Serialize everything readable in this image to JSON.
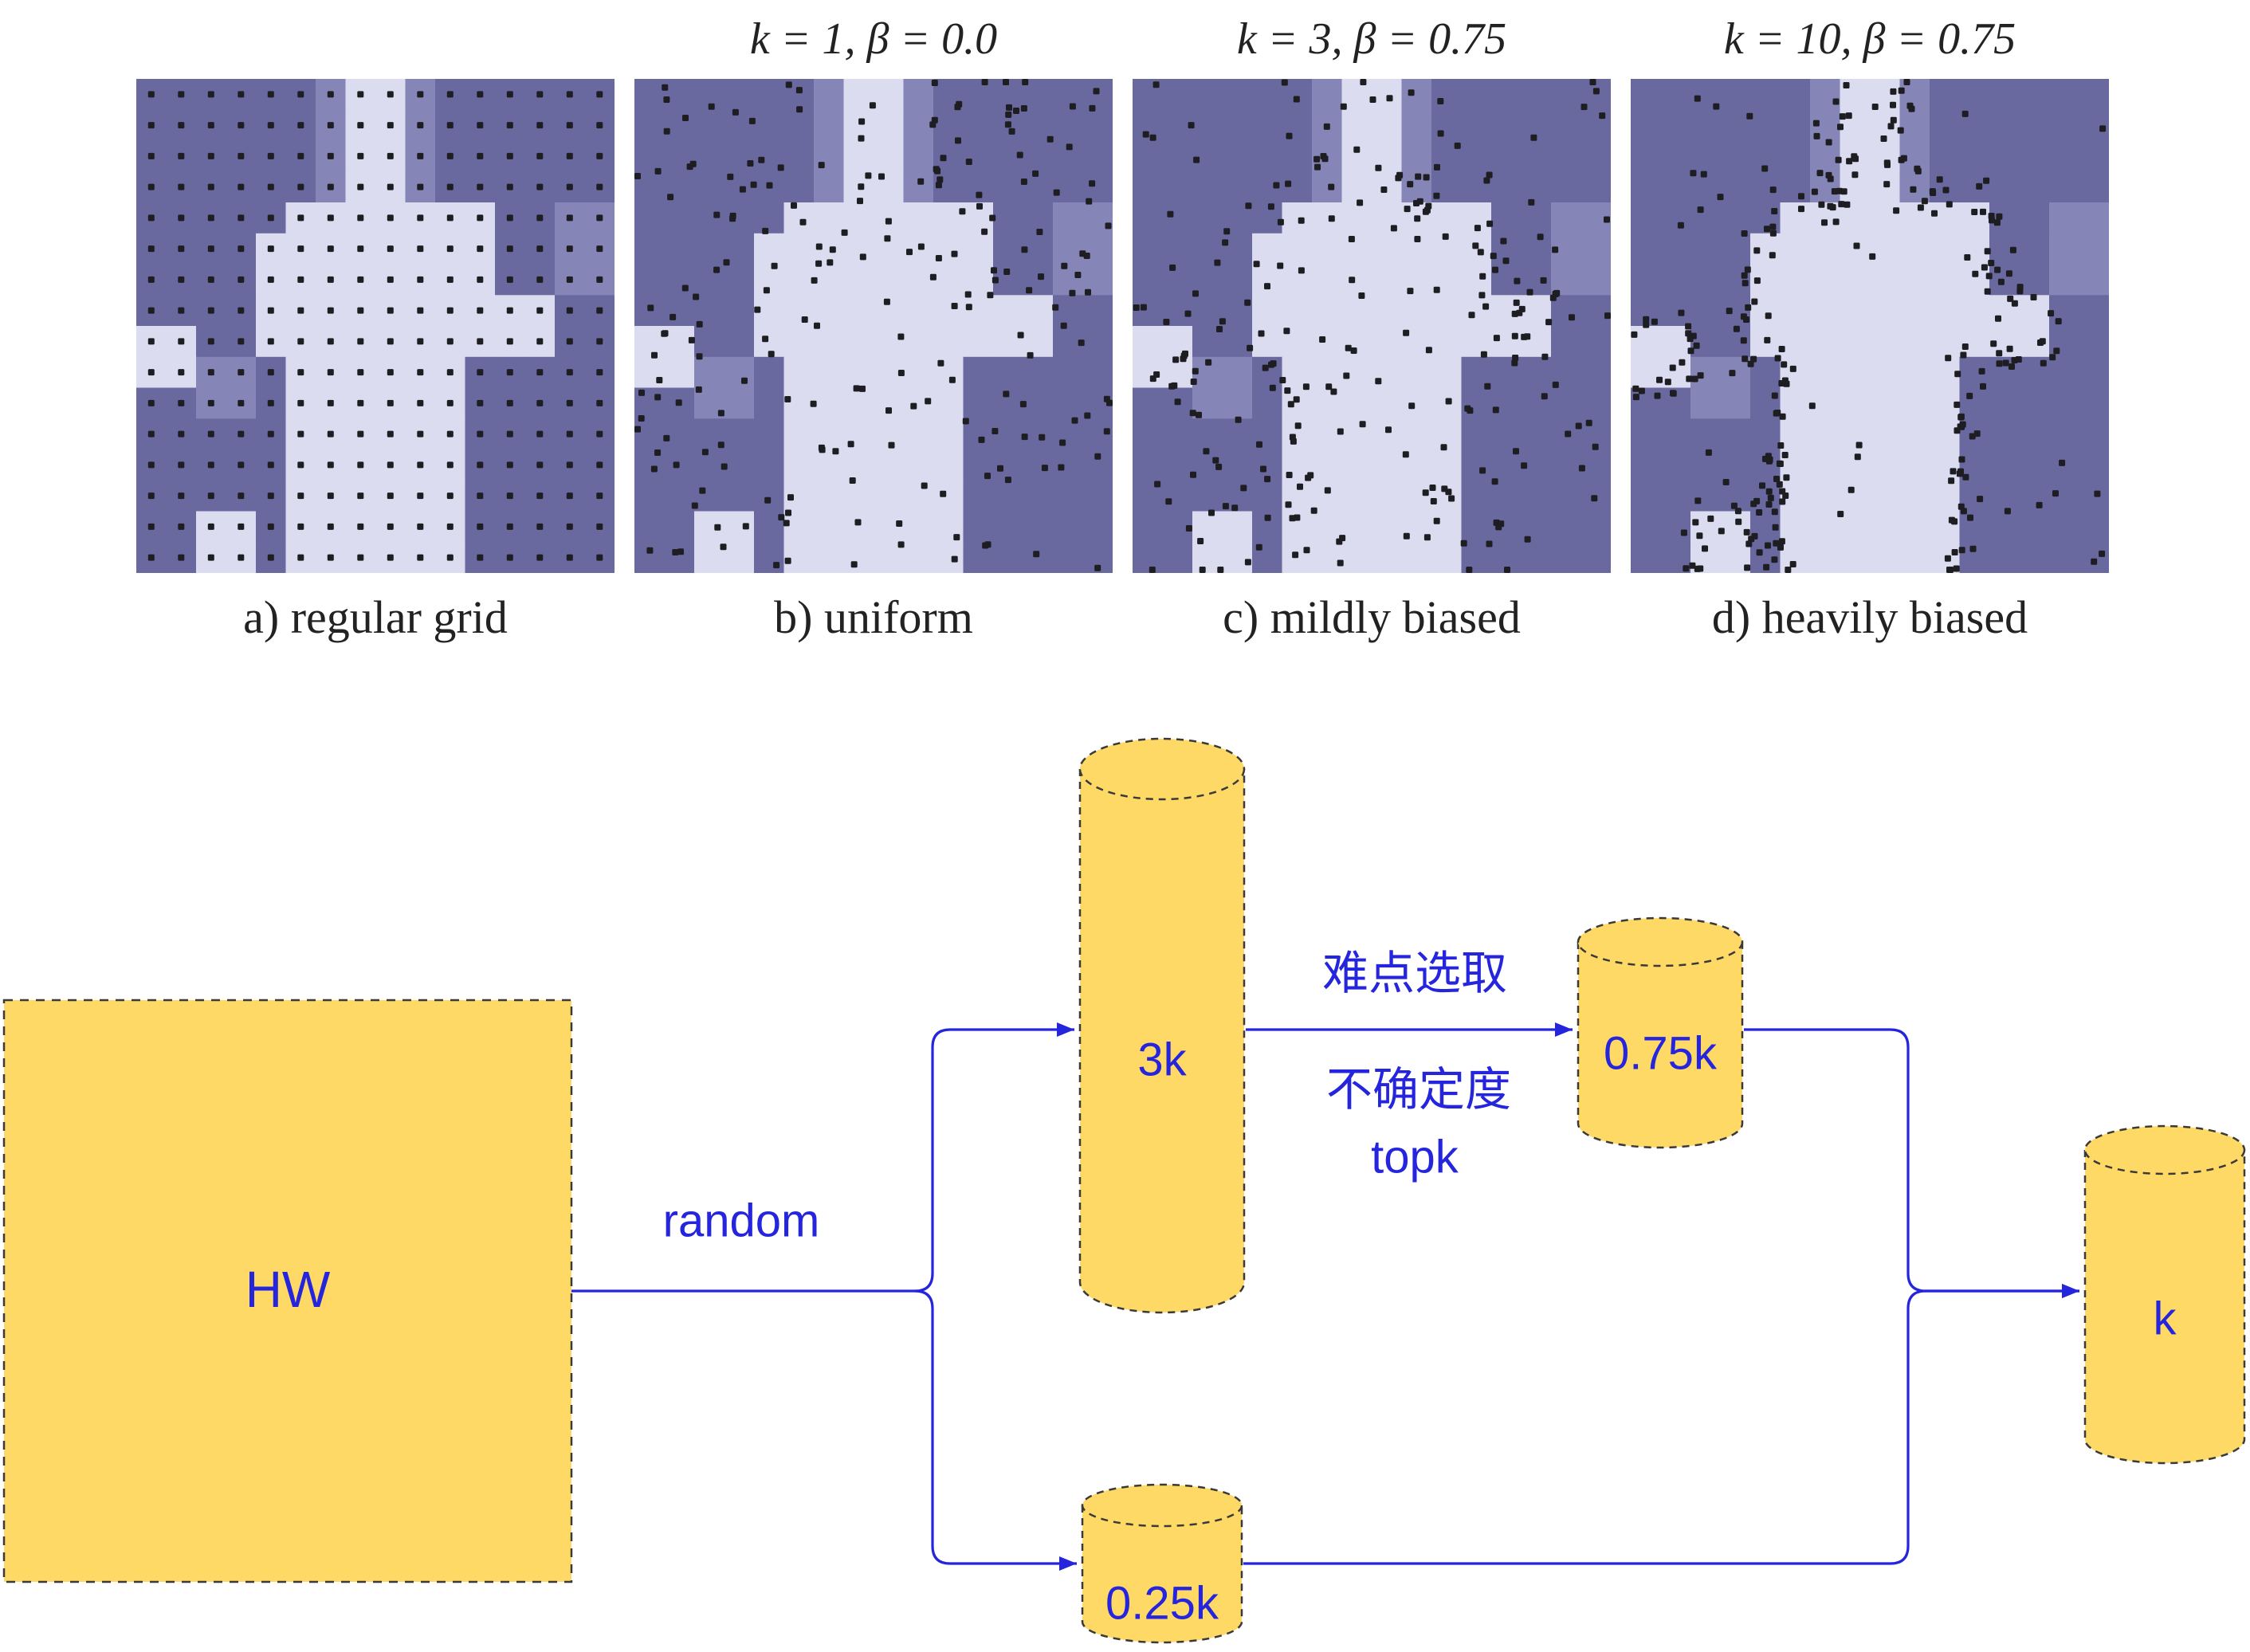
{
  "colors": {
    "panel_dark": "#69699f",
    "panel_mid": "#8585b8",
    "panel_light": "#dcdcf0",
    "dot": "#1d1d22",
    "flow_yellow": "#ffd966",
    "flow_blue": "#2525dd",
    "shape_outline": "#3a3a3a",
    "caption_text": "#222222"
  },
  "figure": {
    "panels": [
      {
        "title": "",
        "caption": "a) regular grid",
        "sampling": "grid",
        "dots": 256
      },
      {
        "title": "k = 1, β = 0.0",
        "caption": "b) uniform",
        "sampling": "uniform",
        "dots": 210
      },
      {
        "title": "k = 3, β = 0.75",
        "caption": "c) mildly biased",
        "sampling": "mild",
        "dots": 230
      },
      {
        "title": "k = 10, β = 0.75",
        "caption": "d) heavily biased",
        "sampling": "heavy",
        "dots": 270
      }
    ],
    "pixel_map": [
      "......+##+......",
      "......+##+......",
      "......+##+......",
      "......+##+......",
      ".....#######..++",
      "....########..++",
      "....########..++",
      "....##########..",
      "##..##########..",
      "##++.######.....",
      "..++.######.....",
      ".....######.....",
      ".....######.....",
      ".....######.....",
      "..##.######.....",
      "..##.######....."
    ]
  },
  "flow": {
    "hw_label": "HW",
    "random_label": "random",
    "hard_point_label": "难点选取",
    "uncertainty_label": "不确定度",
    "topk_label": "topk",
    "node_3k": "3k",
    "node_075k": "0.75k",
    "node_025k": "0.25k",
    "node_k": "k"
  }
}
